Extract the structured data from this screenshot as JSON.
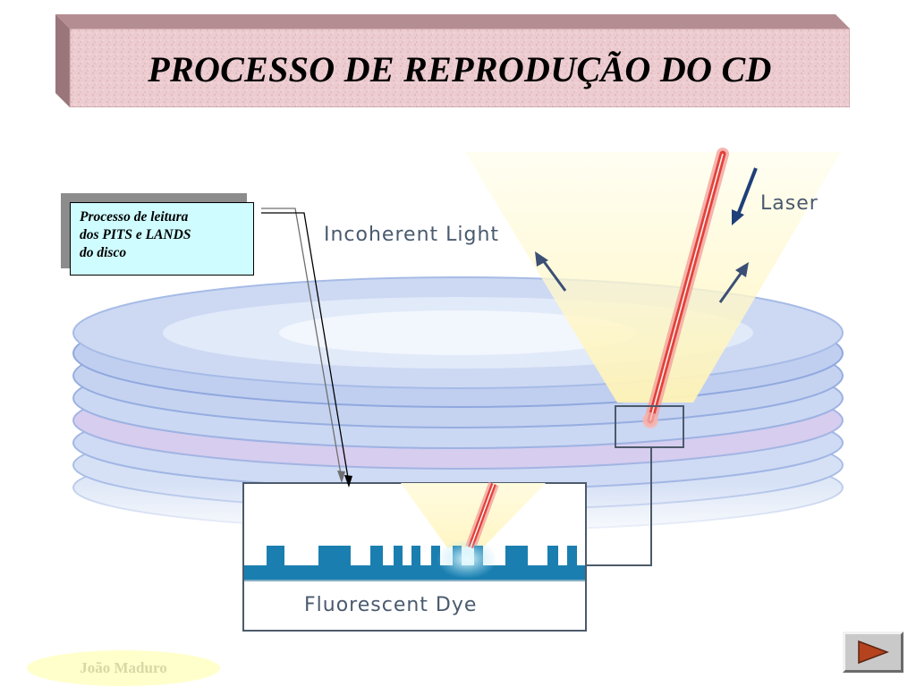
{
  "slide": {
    "title": "PROCESSO DE REPRODUÇÃO DO CD",
    "author": "João Maduro"
  },
  "callout": {
    "lines": [
      "Processo de leitura",
      "dos PITS e LANDS",
      "do disco"
    ]
  },
  "diagram": {
    "label_incoherent_light": "Incoherent Light",
    "label_laser": "Laser",
    "label_fluorescent_dye": "Fluorescent Dye"
  },
  "colors": {
    "plaque": "#eecfd2",
    "plaque_side": "#a88488",
    "callout_bg": "#cffcff",
    "laser": "#e2413a",
    "dye_blue": "#1a7fb0",
    "arrow_dark_blue": "#1f3f78",
    "author_bubble": "#ffffcc"
  },
  "icons": {
    "next": "play-triangle-icon"
  }
}
